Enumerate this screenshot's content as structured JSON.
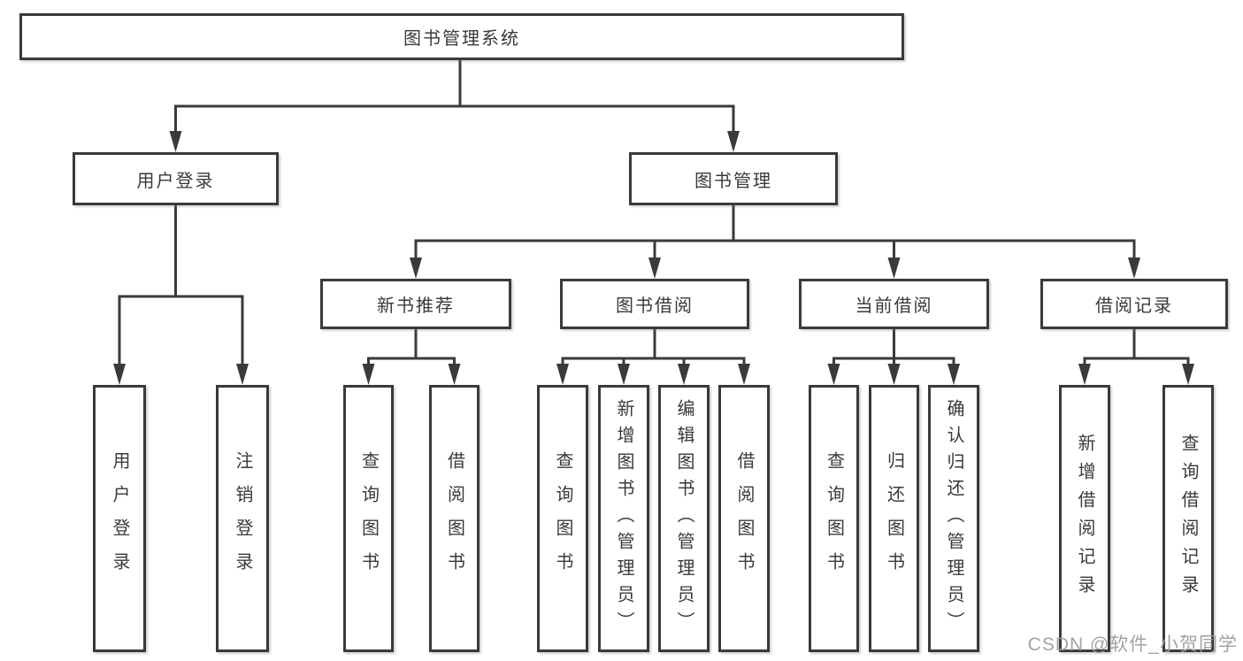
{
  "tree": {
    "root": {
      "label": "图书管理系统"
    },
    "branches": [
      {
        "label": "用户登录",
        "leaves": [
          {
            "label": "用户登录"
          },
          {
            "label": "注销登录"
          }
        ]
      },
      {
        "label": "图书管理",
        "children": [
          {
            "label": "新书推荐",
            "leaves": [
              {
                "label": "查询图书"
              },
              {
                "label": "借阅图书"
              }
            ]
          },
          {
            "label": "图书借阅",
            "leaves": [
              {
                "label": "查询图书"
              },
              {
                "label": "新增图书（管理员）"
              },
              {
                "label": "编辑图书（管理员）"
              },
              {
                "label": "借阅图书"
              }
            ]
          },
          {
            "label": "当前借阅",
            "leaves": [
              {
                "label": "查询图书"
              },
              {
                "label": "归还图书"
              },
              {
                "label": "确认归还（管理员）"
              }
            ]
          },
          {
            "label": "借阅记录",
            "leaves": [
              {
                "label": "新增借阅记录"
              },
              {
                "label": "查询借阅记录"
              }
            ]
          }
        ]
      }
    ]
  },
  "watermark": {
    "text": "CSDN @软件_小贺同学"
  },
  "colors": {
    "line": "#3a3a3a",
    "box_border": "#3a3a3a",
    "box_fill": "#ffffff",
    "text": "#3a3a3a",
    "watermark": "#9e9e9e",
    "background": "#ffffff"
  }
}
